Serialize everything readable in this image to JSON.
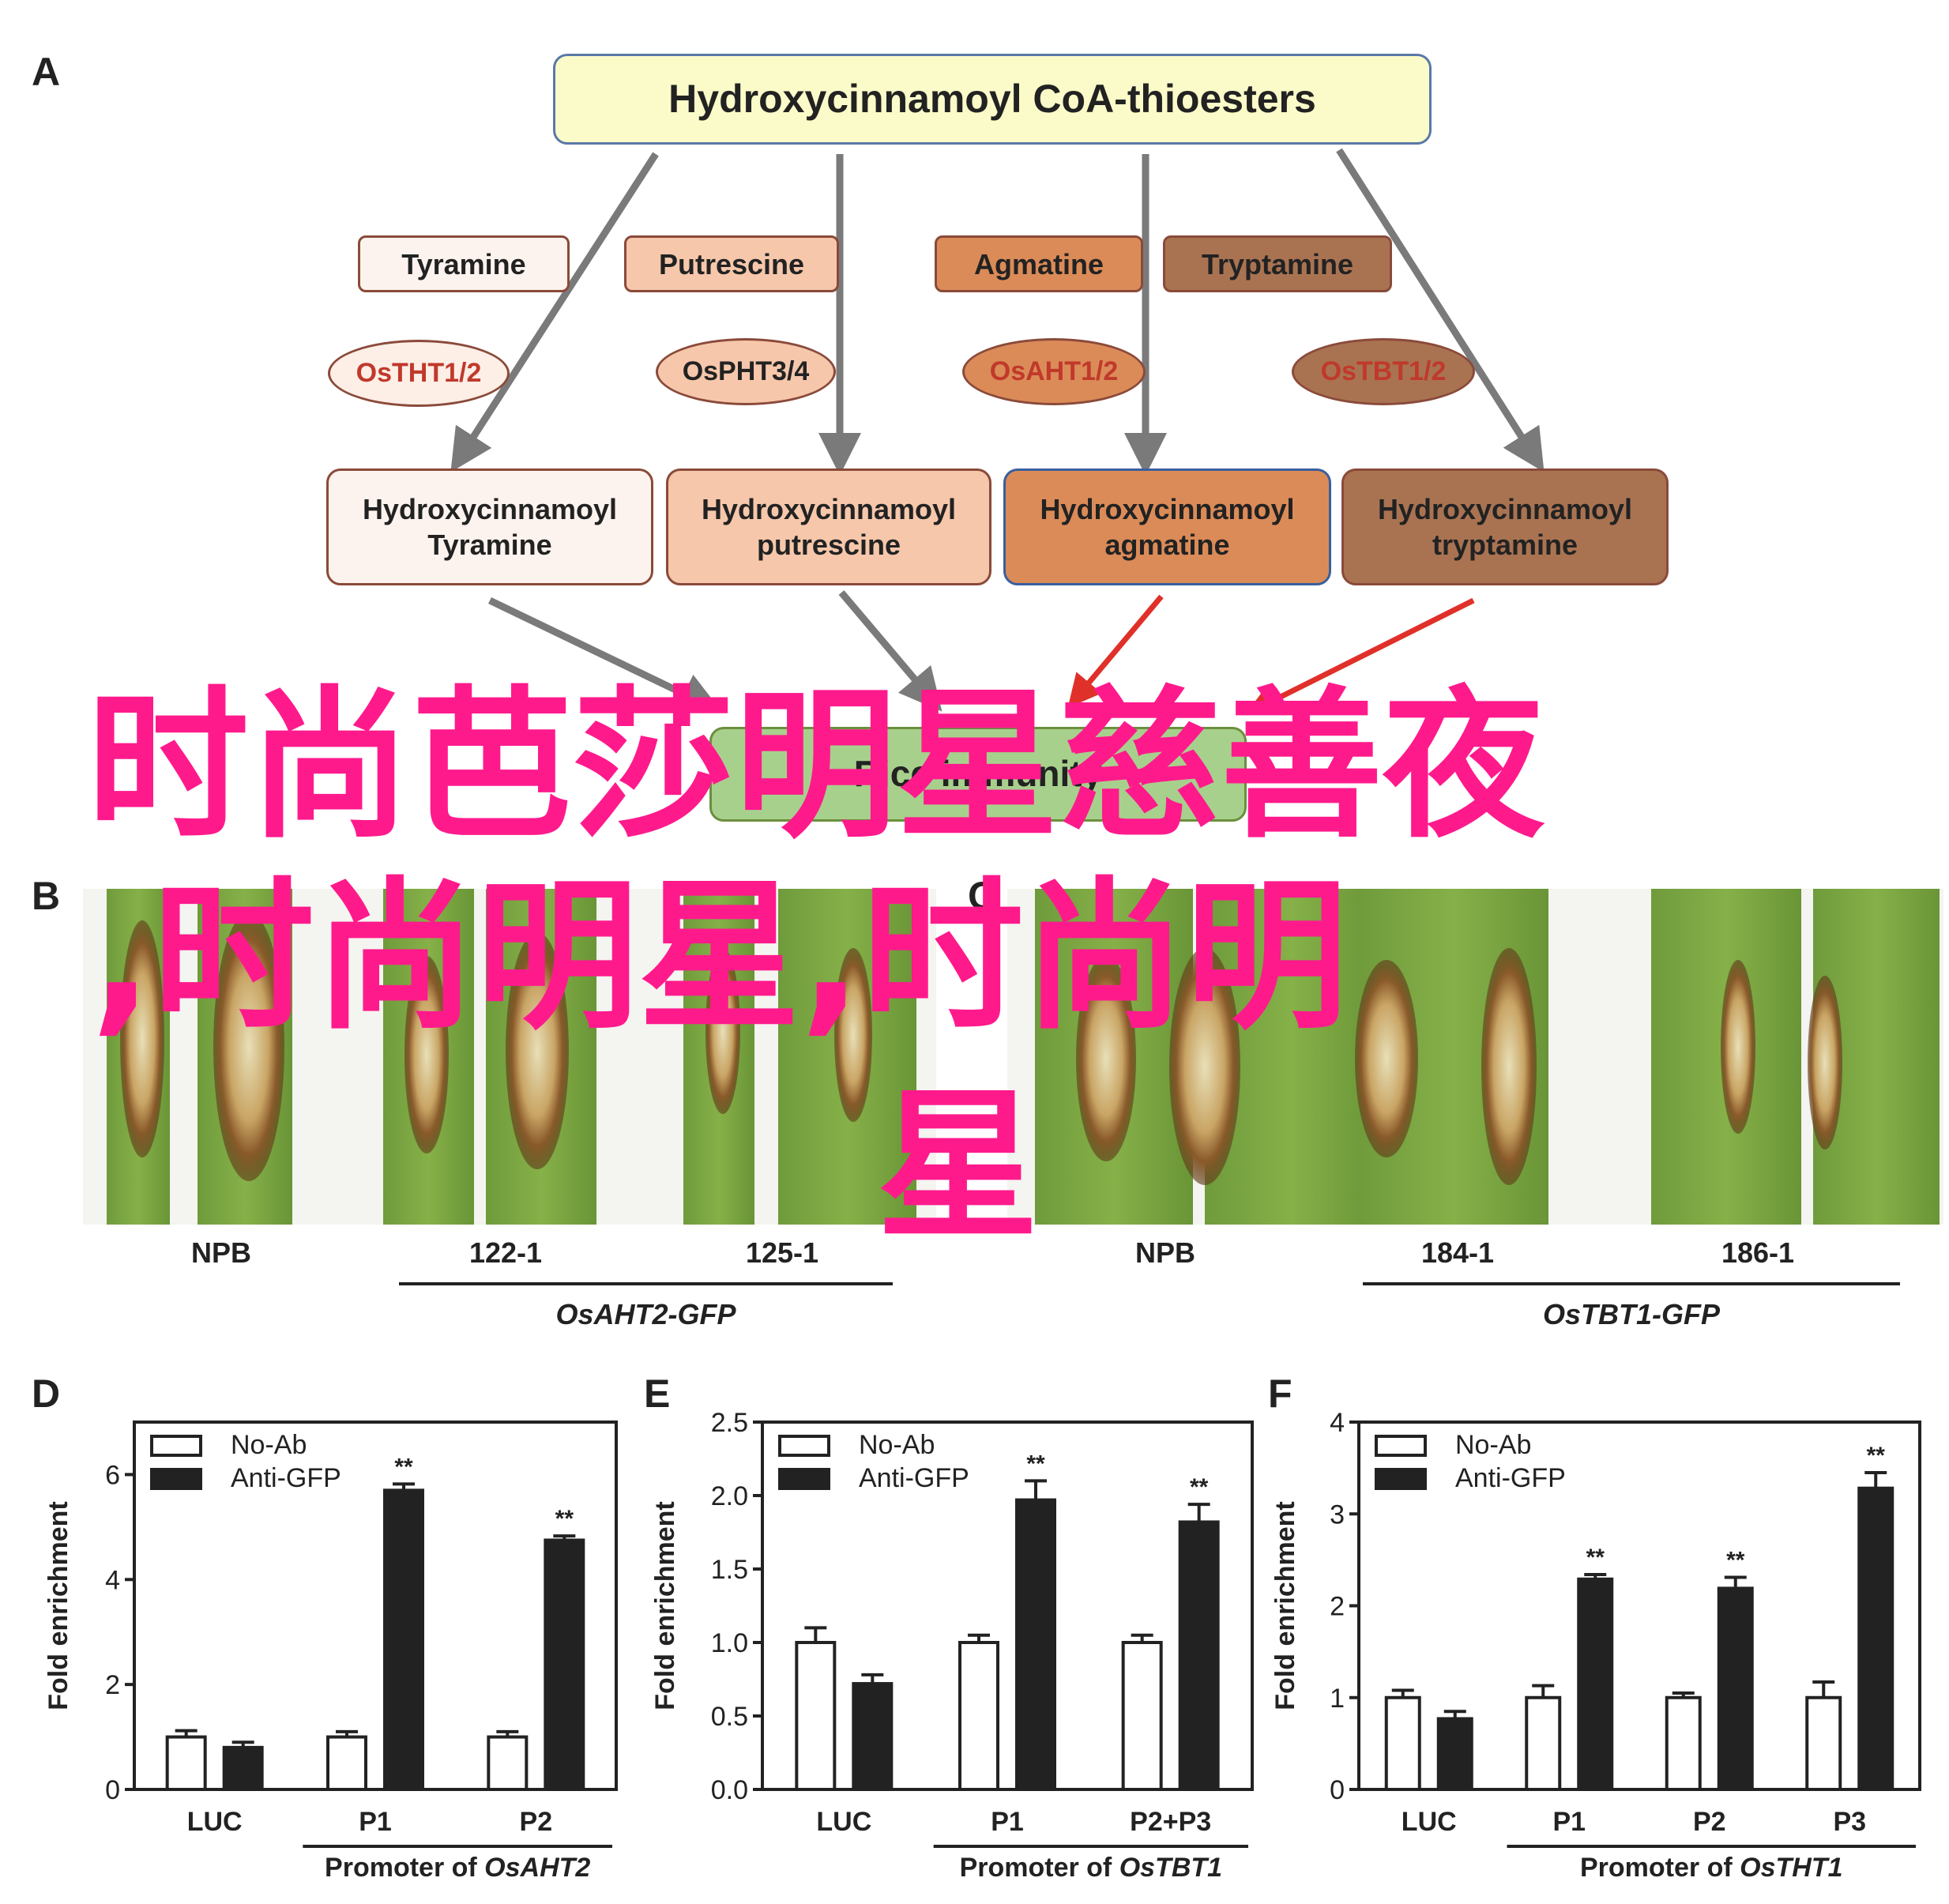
{
  "panels": {
    "a": "A",
    "b": "B",
    "c": "C",
    "d": "D",
    "e": "E",
    "f": "F"
  },
  "pathway": {
    "top": "Hydroxycinnamoyl CoA-thioesters",
    "substrates": [
      "Tyramine",
      "Putrescine",
      "Agmatine",
      "Tryptamine"
    ],
    "enzymes": [
      "OsTHT1/2",
      "OsPHT3/4",
      "OsAHT1/2",
      "OsTBT1/2"
    ],
    "products": [
      "Hydroxycinnamoyl\nTyramine",
      "Hydroxycinnamoyl\nputrescine",
      "Hydroxycinnamoyl\nagmatine",
      "Hydroxycinnamoyl\ntryptamine"
    ],
    "bottom": "Rice immunity"
  },
  "photos": {
    "b_labels": [
      "NPB",
      "122-1",
      "125-1"
    ],
    "b_group": "OsAHT2-GFP",
    "c_labels": [
      "NPB",
      "184-1",
      "186-1"
    ],
    "c_group": "OsTBT1-GFP"
  },
  "overlay": {
    "line1": "时尚芭莎明星慈善夜",
    "line2": ",时尚明星,时尚明",
    "line3": "星"
  },
  "chart_data": [
    {
      "type": "bar",
      "panel": "D",
      "categories": [
        "LUC",
        "P1",
        "P2"
      ],
      "series": [
        {
          "name": "No-Ab",
          "values": [
            1.0,
            1.0,
            1.0
          ],
          "errors": [
            0.12,
            0.1,
            0.1
          ]
        },
        {
          "name": "Anti-GFP",
          "values": [
            0.8,
            5.7,
            4.75
          ],
          "errors": [
            0.1,
            0.12,
            0.08
          ]
        }
      ],
      "significance": [
        "",
        "**",
        "**"
      ],
      "ylabel": "Fold enrichment",
      "xlabel_prefix": "Promoter of ",
      "xlabel_gene": "OsAHT2",
      "yticks": [
        "0",
        "2",
        "4",
        "6"
      ],
      "ylim": [
        0,
        7
      ],
      "legend": "top-left"
    },
    {
      "type": "bar",
      "panel": "E",
      "categories": [
        "LUC",
        "P1",
        "P2+P3"
      ],
      "series": [
        {
          "name": "No-Ab",
          "values": [
            1.0,
            1.0,
            1.0
          ],
          "errors": [
            0.1,
            0.05,
            0.05
          ]
        },
        {
          "name": "Anti-GFP",
          "values": [
            0.72,
            1.97,
            1.82
          ],
          "errors": [
            0.06,
            0.13,
            0.12
          ]
        }
      ],
      "significance": [
        "",
        "**",
        "**"
      ],
      "ylabel": "Fold enrichment",
      "xlabel_prefix": "Promoter of ",
      "xlabel_gene": "OsTBT1",
      "yticks": [
        "0.0",
        "0.5",
        "1.0",
        "1.5",
        "2.0",
        "2.5"
      ],
      "ylim": [
        0,
        2.5
      ],
      "legend": "top-left"
    },
    {
      "type": "bar",
      "panel": "F",
      "categories": [
        "LUC",
        "P1",
        "P2",
        "P3"
      ],
      "series": [
        {
          "name": "No-Ab",
          "values": [
            1.0,
            1.0,
            1.0,
            1.0
          ],
          "errors": [
            0.08,
            0.13,
            0.05,
            0.17
          ]
        },
        {
          "name": "Anti-GFP",
          "values": [
            0.77,
            2.29,
            2.19,
            3.28
          ],
          "errors": [
            0.08,
            0.05,
            0.12,
            0.17
          ]
        }
      ],
      "significance": [
        "",
        "**",
        "**",
        "**"
      ],
      "ylabel": "Fold enrichment",
      "xlabel_prefix": "Promoter of ",
      "xlabel_gene": "OsTHT1",
      "yticks": [
        "0",
        "1",
        "2",
        "3",
        "4"
      ],
      "ylim": [
        0,
        4
      ],
      "legend": "top-left"
    }
  ]
}
